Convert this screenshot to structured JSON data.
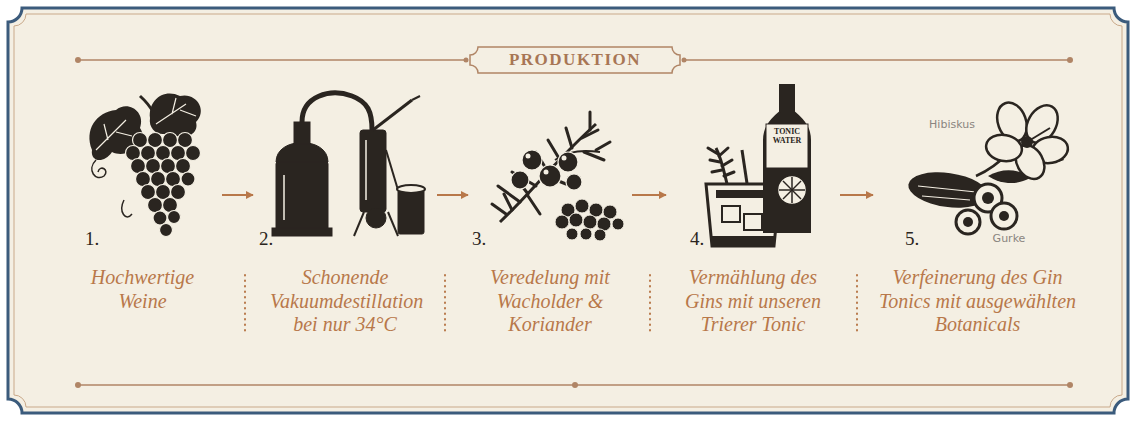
{
  "diagram": {
    "title": "PRODUKTION",
    "nodes": [
      {
        "text": [
          "1.",
          "Hochwertige Weine"
        ]
      },
      {
        "text": [
          "2.",
          "Schonende Vakuumdestillation bei nur 34°C"
        ]
      },
      {
        "text": [
          "3.",
          "Veredelung mit Wacholder & Koriander"
        ]
      },
      {
        "text": [
          "4.",
          "Vermählung des Gins mit unseren Trierer Tonic"
        ]
      },
      {
        "text": [
          "5.",
          "Verfeinerung des Gin Tonics mit ausgewählten Botanicals"
        ]
      }
    ],
    "edges": [
      {
        "from": 0,
        "to": 1,
        "arrow": "to"
      },
      {
        "from": 1,
        "to": 2,
        "arrow": "to"
      },
      {
        "from": 2,
        "to": 3,
        "arrow": "to"
      },
      {
        "from": 3,
        "to": 4,
        "arrow": "to"
      }
    ],
    "labels": [
      "TONIC WATER",
      "Hibiskus",
      "Gurke"
    ]
  }
}
